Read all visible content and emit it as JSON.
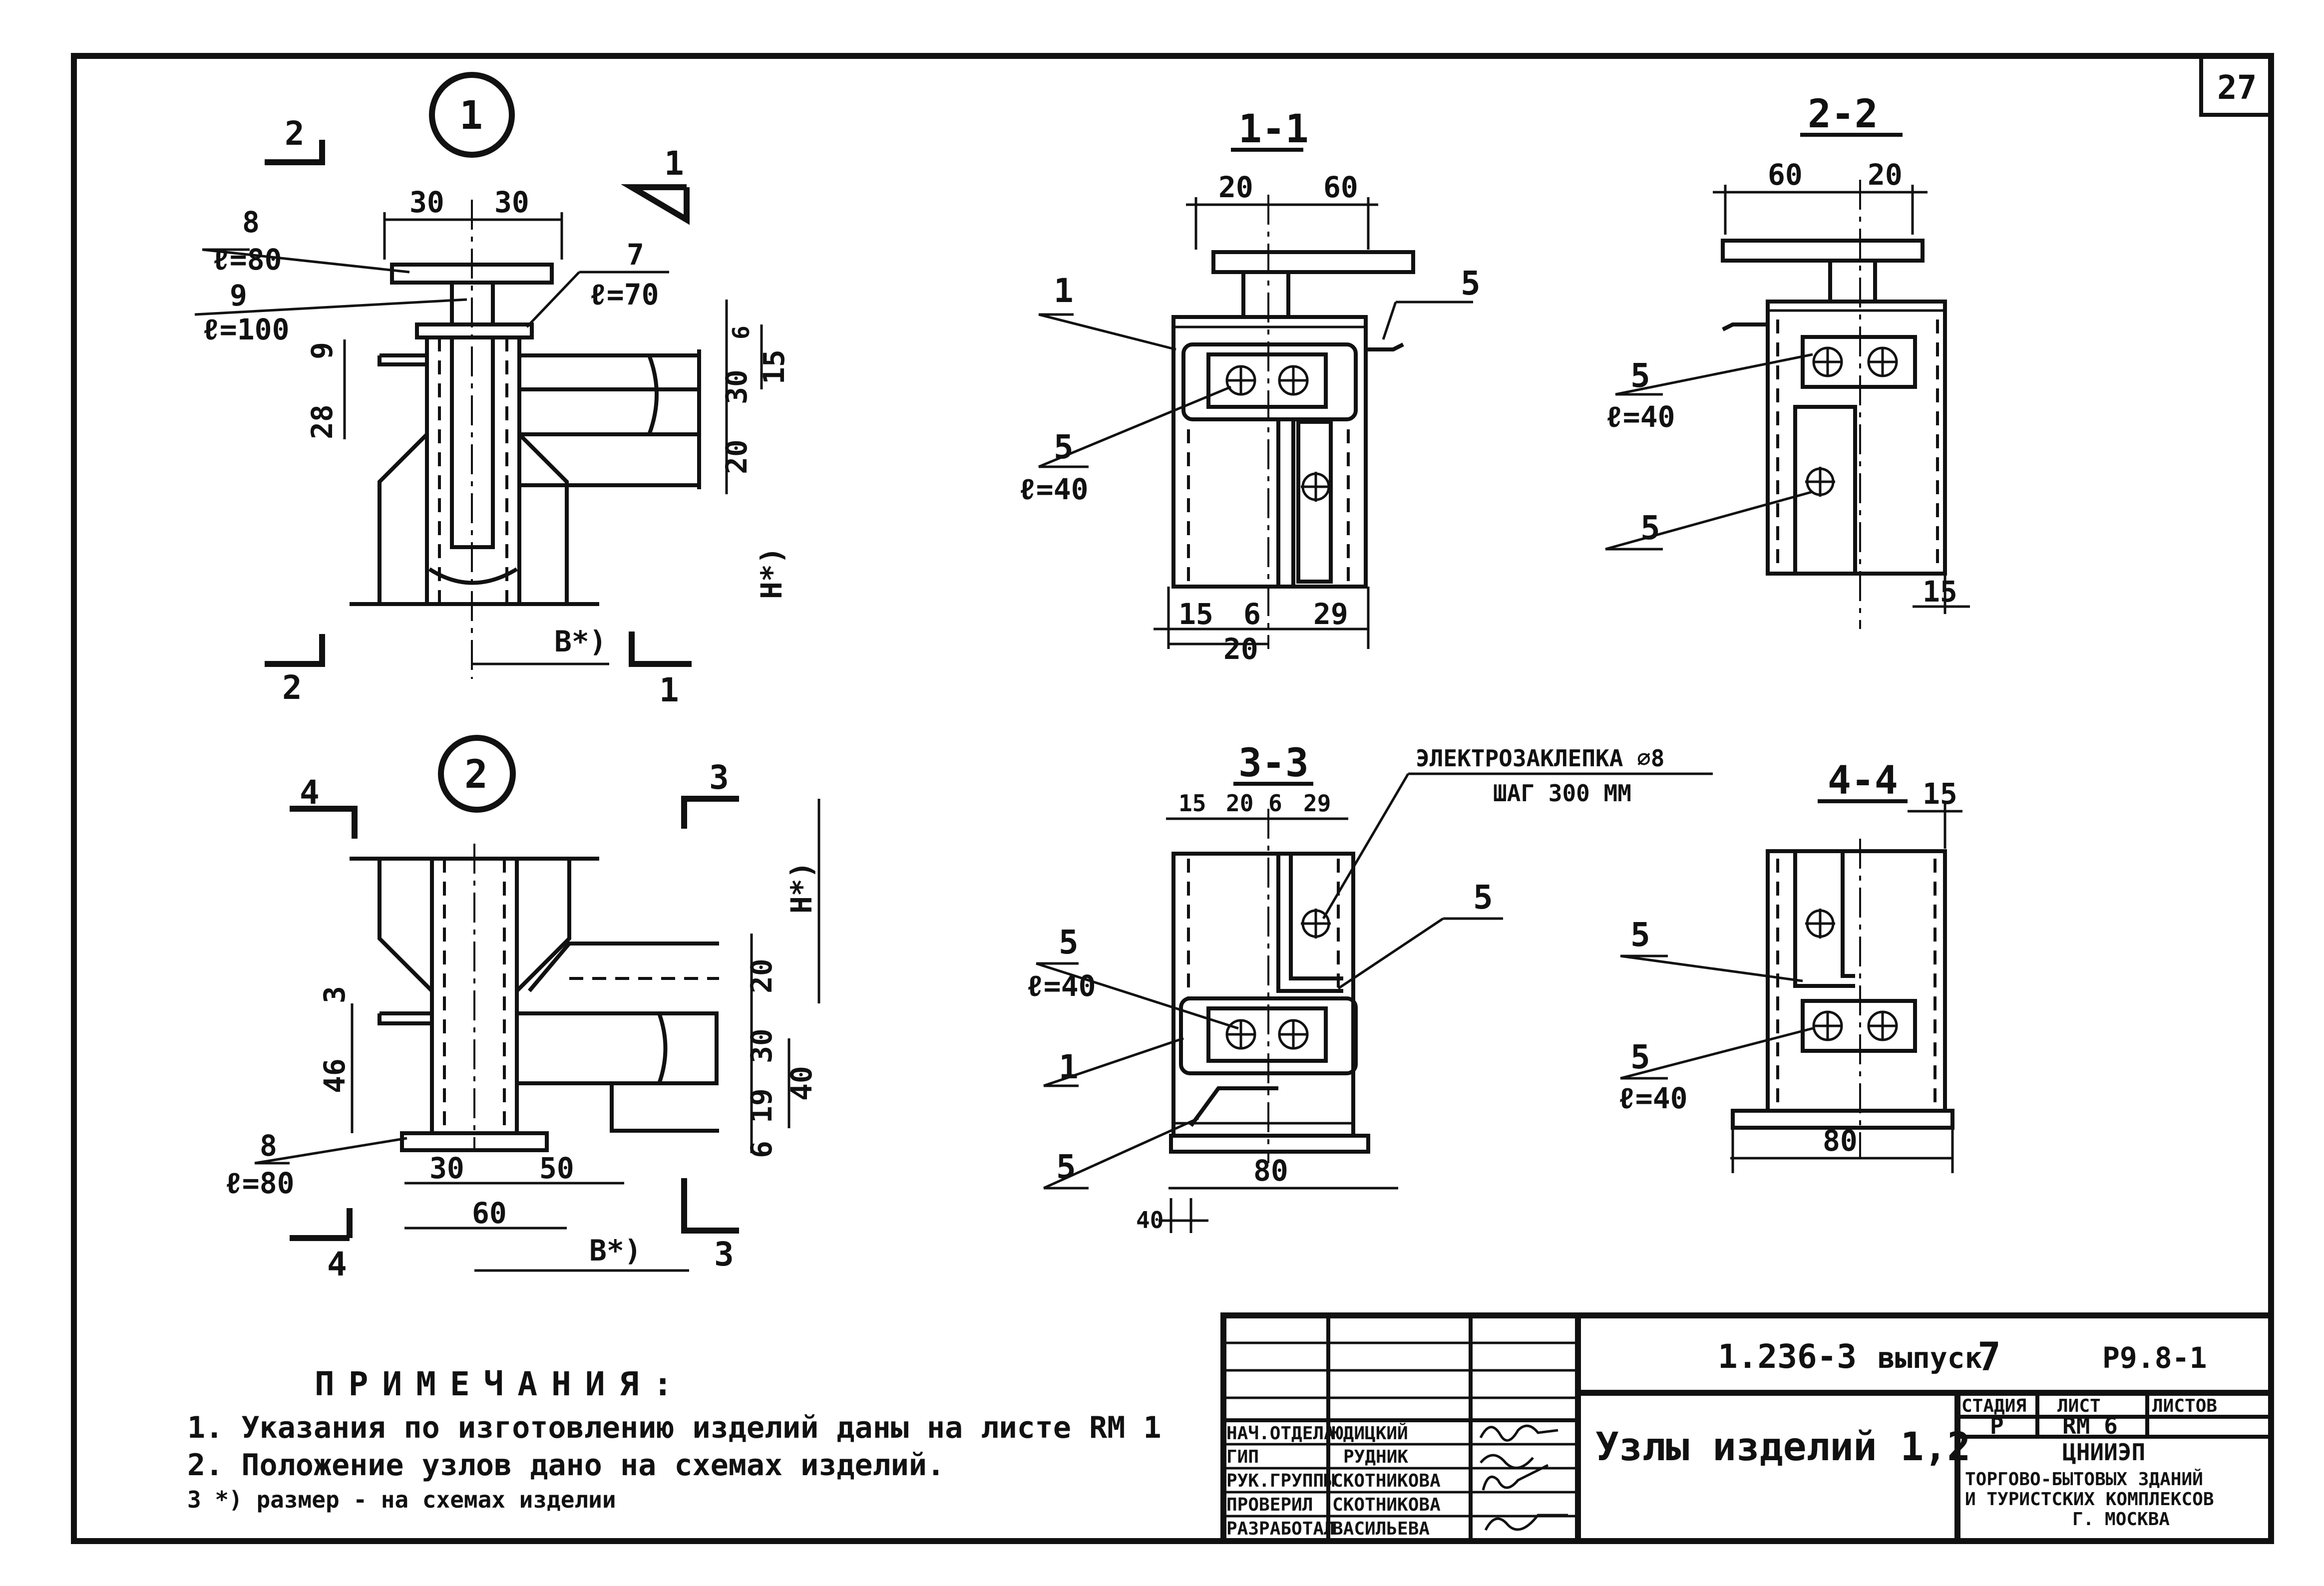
{
  "sheet": {
    "page_number": "27",
    "notes": {
      "heading": "ПРИМЕЧАНИЯ:",
      "items": [
        "1. Указания по изготовлению изделий даны на листе RM 1",
        "2. Положение узлов дано на схемах изделий.",
        "3 *) размер - на схемах изделии"
      ]
    },
    "views": {
      "node1": {
        "mark": "1",
        "sections": [
          "1",
          "1",
          "2",
          "2"
        ],
        "dims": [
          "30",
          "30",
          "9",
          "28",
          "6",
          "30",
          "15",
          "20",
          "H*)",
          "B*)"
        ],
        "callouts": [
          {
            "num": "8",
            "len": "ℓ=80"
          },
          {
            "num": "7",
            "len": "ℓ=70"
          },
          {
            "num": "9",
            "len": "ℓ=100"
          }
        ]
      },
      "node2": {
        "mark": "2",
        "sections": [
          "4",
          "3",
          "4",
          "3"
        ],
        "dims": [
          "3",
          "46",
          "20",
          "30",
          "40",
          "19",
          "6",
          "30",
          "50",
          "60",
          "H*)",
          "B*)"
        ],
        "callouts": [
          {
            "num": "8",
            "len": "ℓ=80"
          }
        ]
      },
      "section_1_1": {
        "title": "1-1",
        "dims": [
          "20",
          "60",
          "15",
          "6",
          "29",
          "20"
        ],
        "callouts": [
          "1",
          "5",
          "5",
          "ℓ=40"
        ]
      },
      "section_2_2": {
        "title": "2-2",
        "dims": [
          "60",
          "20",
          "15"
        ],
        "callouts": [
          "5",
          "ℓ=40",
          "5"
        ]
      },
      "section_3_3": {
        "title": "3-3",
        "dims": [
          "15",
          "20",
          "6",
          "29",
          "80",
          "40"
        ],
        "callouts": [
          "5",
          "ℓ=40",
          "5",
          "1",
          "5"
        ],
        "weld_note": [
          "ЭЛЕКТРОЗАКЛЕПКА  ⌀8",
          "ШАГ 300 ММ"
        ]
      },
      "section_4_4": {
        "title": "4-4",
        "dims": [
          "15",
          "80"
        ],
        "callouts": [
          "5",
          "5",
          "ℓ=40"
        ]
      }
    },
    "title_block": {
      "doc_code": "1.236-3",
      "issue_label": "выпуск",
      "issue_number": "7",
      "sheet_ref": "Р9.8-1",
      "title": "Узлы изделий 1,2",
      "stage_header": "СТАДИЯ",
      "sheet_header": "ЛИСТ",
      "sheets_header": "ЛИСТОВ",
      "stage": "Р",
      "sheet": "RM 6",
      "org": [
        "ЦНИИЭП",
        "ТОРГОВО-БЫТОВЫХ ЗДАНИЙ",
        "И ТУРИСТСКИХ КОМПЛЕКСОВ",
        "Г. МОСКВА"
      ],
      "roles": [
        {
          "role": "НАЧ.ОТДЕЛА",
          "name": "ЮДИЦКИЙ"
        },
        {
          "role": "ГИП",
          "name": "РУДНИК"
        },
        {
          "role": "РУК.ГРУППЫ",
          "name": "СКОТНИКОВА"
        },
        {
          "role": "ПРОВЕРИЛ",
          "name": "СКОТНИКОВА"
        },
        {
          "role": "РАЗРАБОТАЛ",
          "name": "ВАСИЛЬЕВА"
        }
      ]
    }
  }
}
